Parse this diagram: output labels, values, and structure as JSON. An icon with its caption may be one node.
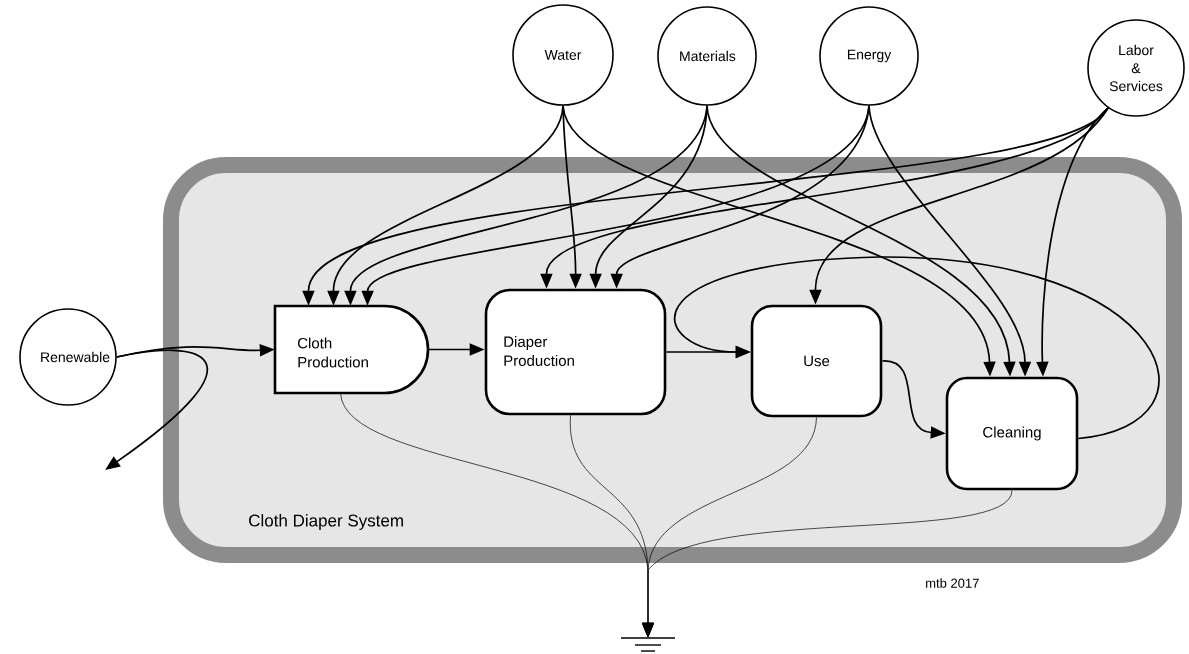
{
  "diagram": {
    "nodes": [
      {
        "text": [
          "Water"
        ]
      },
      {
        "text": [
          "Materials"
        ]
      },
      {
        "text": [
          "Energy"
        ]
      },
      {
        "text": [
          "Labor & Services"
        ]
      },
      {
        "text": [
          "Renewable"
        ]
      },
      {
        "text": [
          "Cloth Diaper System"
        ]
      },
      {
        "text": [
          "Cloth Production"
        ],
        "in": 5
      },
      {
        "text": [
          "Diaper Production"
        ],
        "in": 5
      },
      {
        "text": [
          "Use"
        ],
        "in": 5
      },
      {
        "text": [
          "Cleaning"
        ],
        "in": 5
      },
      {
        "text": [],
        "shape": "ground"
      }
    ],
    "edges": [
      {
        "from": 0,
        "to": 6,
        "arrow": "to"
      },
      {
        "from": 0,
        "to": 7,
        "arrow": "to"
      },
      {
        "from": 0,
        "to": 9,
        "arrow": "to"
      },
      {
        "from": 1,
        "to": 6,
        "arrow": "to"
      },
      {
        "from": 1,
        "to": 7,
        "arrow": "to"
      },
      {
        "from": 1,
        "to": 9,
        "arrow": "to"
      },
      {
        "from": 2,
        "to": 6,
        "arrow": "to"
      },
      {
        "from": 2,
        "to": 7,
        "arrow": "to"
      },
      {
        "from": 2,
        "to": 9,
        "arrow": "to"
      },
      {
        "from": 3,
        "to": 6,
        "arrow": "to"
      },
      {
        "from": 3,
        "to": 7,
        "arrow": "to"
      },
      {
        "from": 3,
        "to": 8,
        "arrow": "to"
      },
      {
        "from": 3,
        "to": 9,
        "arrow": "to"
      },
      {
        "from": 4,
        "to": 6,
        "arrow": "to"
      },
      {
        "from": 4,
        "to": null,
        "arrow": "to"
      },
      {
        "from": 6,
        "to": 7,
        "arrow": "to"
      },
      {
        "from": 7,
        "to": 8,
        "arrow": "to"
      },
      {
        "from": 8,
        "to": 9,
        "arrow": "to"
      },
      {
        "from": 9,
        "to": 8,
        "arrow": "to"
      },
      {
        "from": 6,
        "to": 10,
        "arrow": "to"
      },
      {
        "from": 7,
        "to": 10,
        "arrow": "to"
      },
      {
        "from": 8,
        "to": 10,
        "arrow": "to"
      },
      {
        "from": 9,
        "to": 10,
        "arrow": "to"
      }
    ],
    "labels": [
      "mtb 2017"
    ]
  }
}
